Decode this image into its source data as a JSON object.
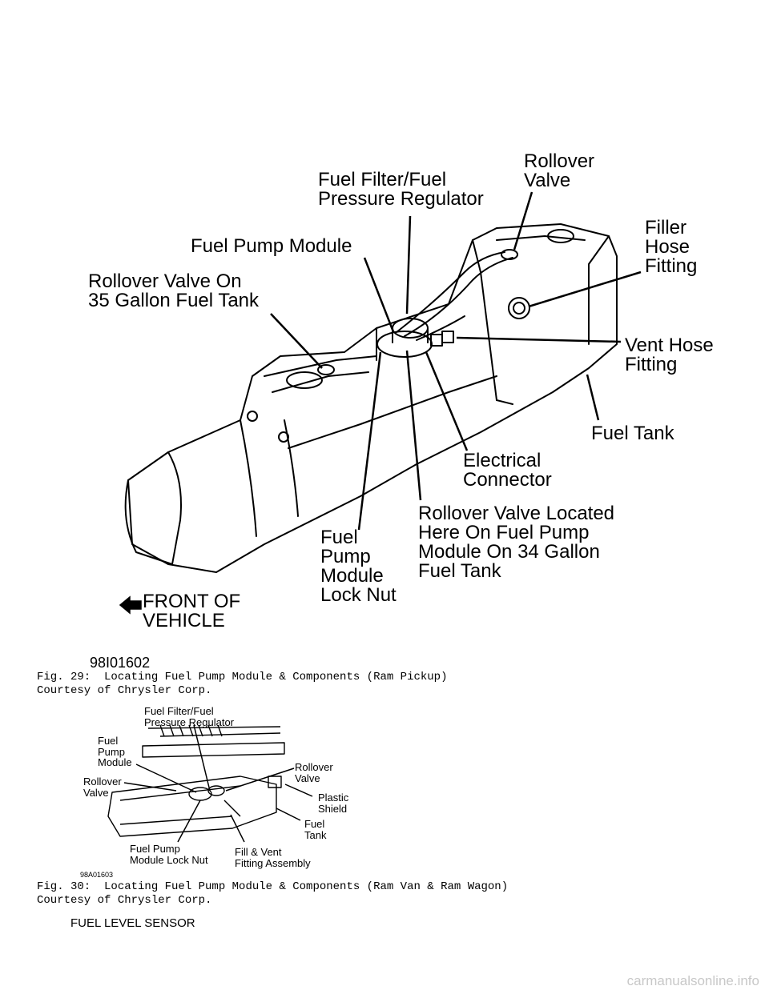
{
  "fig29": {
    "labels": {
      "rollover_valve": "Rollover\nValve",
      "fuel_filter": "Fuel Filter/Fuel\nPressure Regulator",
      "filler_hose": "Filler\nHose\nFitting",
      "fuel_pump_module": "Fuel Pump Module",
      "rollover_35": "Rollover Valve On\n35 Gallon Fuel Tank",
      "vent_hose": "Vent Hose\nFitting",
      "fuel_tank": "Fuel Tank",
      "electrical": "Electrical\nConnector",
      "rollover_34": "Rollover Valve Located\nHere On Fuel Pump\nModule On 34 Gallon\nFuel Tank",
      "lock_nut": "Fuel\nPump\nModule\nLock Nut",
      "front": "FRONT OF\nVEHICLE"
    },
    "figure_id": "98I01602",
    "caption": "Fig. 29:  Locating Fuel Pump Module & Components (Ram Pickup)\nCourtesy of Chrysler Corp."
  },
  "fig30": {
    "labels": {
      "fuel_filter": "Fuel Filter/Fuel\nPressure Regulator",
      "fuel_pump_module": "Fuel\nPump\nModule",
      "rollover_left": "Rollover\nValve",
      "rollover_right": "Rollover\nValve",
      "plastic_shield": "Plastic\nShield",
      "fuel_tank": "Fuel\nTank",
      "lock_nut": "Fuel Pump\nModule Lock Nut",
      "fill_vent": "Fill & Vent\nFitting Assembly"
    },
    "figure_id": "98A01603",
    "caption": "Fig. 30:  Locating Fuel Pump Module & Components (Ram Van & Ram Wagon)\nCourtesy of Chrysler Corp."
  },
  "section_heading": "FUEL LEVEL SENSOR",
  "watermark": "carmanualsonline.info"
}
